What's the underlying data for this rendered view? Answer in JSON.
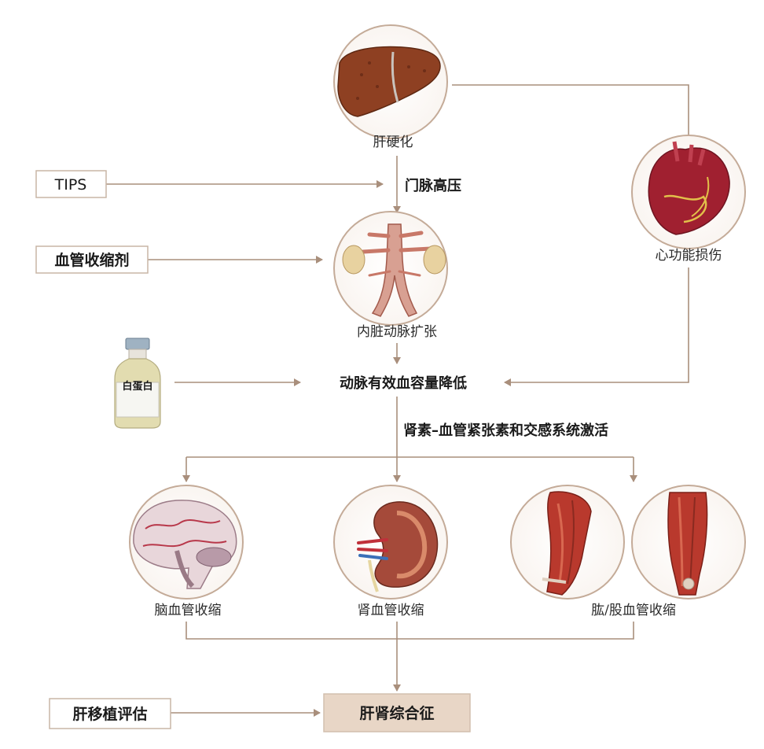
{
  "colors": {
    "line": "#a98f7c",
    "circle_stroke": "#c4ab98",
    "box_border": "#c8b6a6",
    "final_box_fill": "#e8d6c6",
    "liver": "#8e4022",
    "heart": "#a02030",
    "kidney": "#a54a3a",
    "muscle": "#b9392d",
    "brain": "#c9a9b4"
  },
  "nodes": {
    "cirrhosis": "肝硬化",
    "portal_hypertension": "门脉高压",
    "tips": "TIPS",
    "vasoconstrictor": "血管收缩剂",
    "splanchnic_dilation": "内脏动脉扩张",
    "cardiac_injury": "心功能损伤",
    "albumin_vial": "白蛋白",
    "effective_volume_drop": "动脉有效血容量降低",
    "raas_activation": "肾素–血管紧张素和交感系统激活",
    "cerebral_vasoconstriction": "脑血管收缩",
    "renal_vasoconstriction": "肾血管收缩",
    "limb_vasoconstriction": "肱/股血管收缩",
    "liver_transplant": "肝移植评估",
    "hepatorenal_syndrome": "肝肾综合征"
  },
  "icons": {
    "liver": "liver-icon",
    "heart": "heart-icon",
    "aorta": "aorta-icon",
    "vial": "vial-icon",
    "brain": "brain-icon",
    "kidney": "kidney-icon",
    "arm": "arm-muscle-icon",
    "leg": "leg-muscle-icon"
  }
}
